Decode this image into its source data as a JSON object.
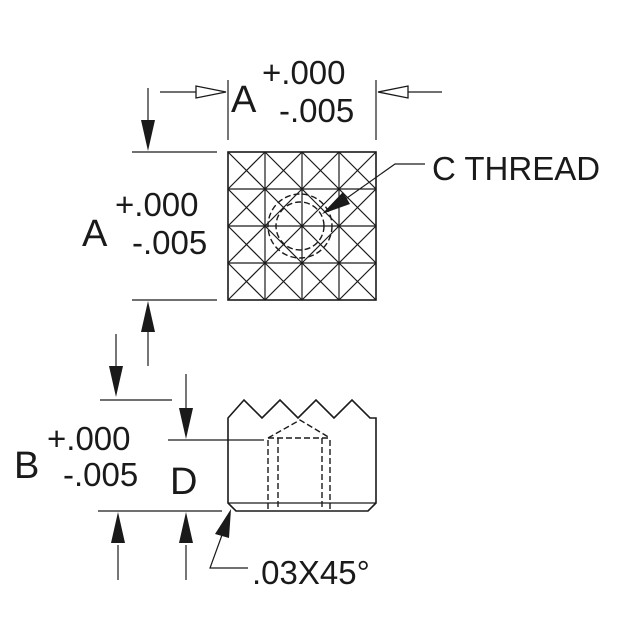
{
  "top_dim": {
    "letter": "A",
    "plus": "+.000",
    "minus": "-.005"
  },
  "side_dim": {
    "letter": "A",
    "plus": "+.000",
    "minus": "-.005"
  },
  "thread_label": "C THREAD",
  "height_dim": {
    "letter": "B",
    "plus": "+.000",
    "minus": "-.005"
  },
  "depth_label": "D",
  "chamfer_label": ".03X45°"
}
